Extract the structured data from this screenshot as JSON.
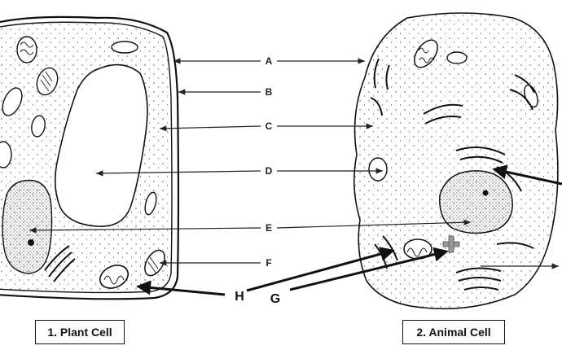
{
  "labels": {
    "a": "A",
    "b": "B",
    "c": "C",
    "d": "D",
    "e": "E",
    "f": "F",
    "g": "G",
    "h": "H"
  },
  "captions": {
    "plant": "1. Plant Cell",
    "animal": "2. Animal Cell"
  },
  "colors": {
    "ink": "#111111",
    "fill": "#ffffff"
  }
}
